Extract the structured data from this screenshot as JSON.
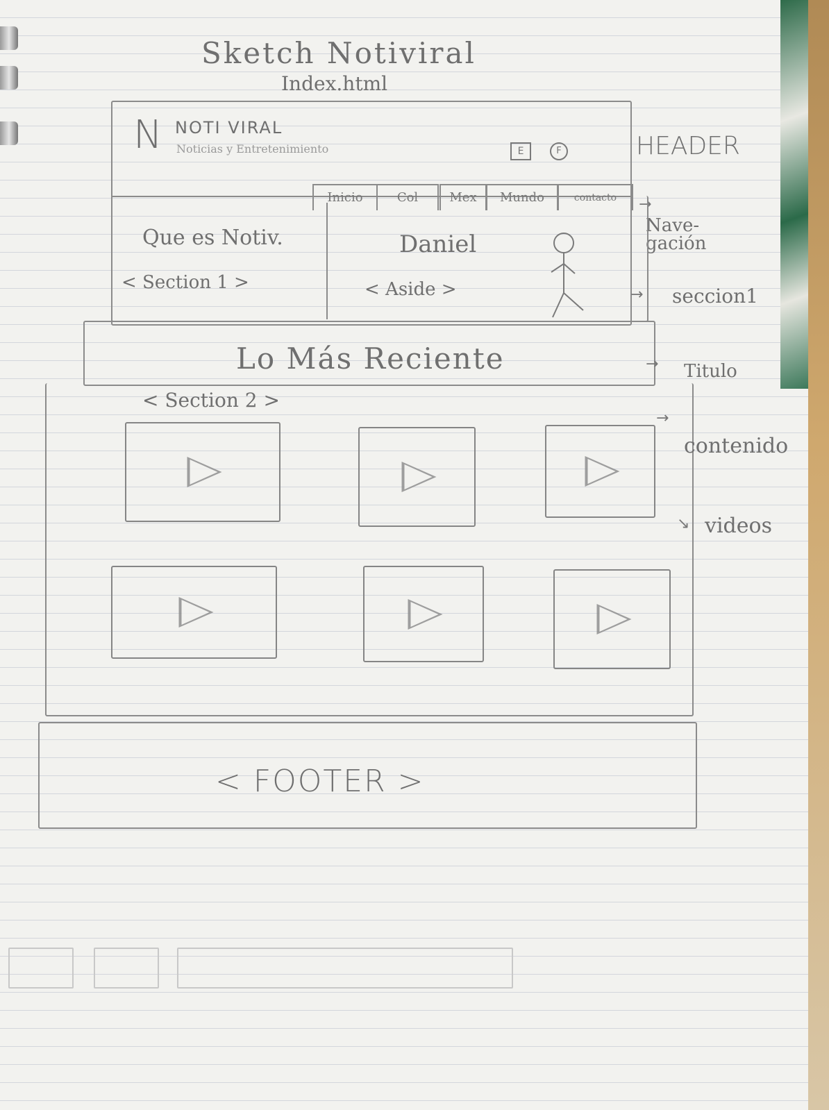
{
  "sketch": {
    "title": "Sketch Notiviral",
    "subtitle": "Index.html"
  },
  "header": {
    "logo_letter": "N",
    "brand": "NOTI VIRAL",
    "tagline": "Noticias y Entretenimiento",
    "icon_1": "E",
    "icon_2": "F",
    "annotation": "HEADER"
  },
  "nav": {
    "items": [
      "Inicio",
      "Col",
      "Mex",
      "Mundo",
      "contacto"
    ],
    "annotation": "Nave-gación"
  },
  "section1": {
    "title": "Que es Notiv.",
    "tag": "< Section 1 >",
    "annotation": "seccion1"
  },
  "aside": {
    "title": "Daniel",
    "tag": "< Aside >"
  },
  "titulo": {
    "text": "Lo Más Reciente",
    "annotation": "Titulo"
  },
  "section2": {
    "tag": "< Section 2 >",
    "annotation_content": "contenido",
    "annotation_videos": "videos",
    "videos": [
      "play-icon",
      "play-icon",
      "play-icon",
      "play-icon",
      "play-icon",
      "play-icon"
    ]
  },
  "footer": {
    "text": "< FOOTER >"
  }
}
